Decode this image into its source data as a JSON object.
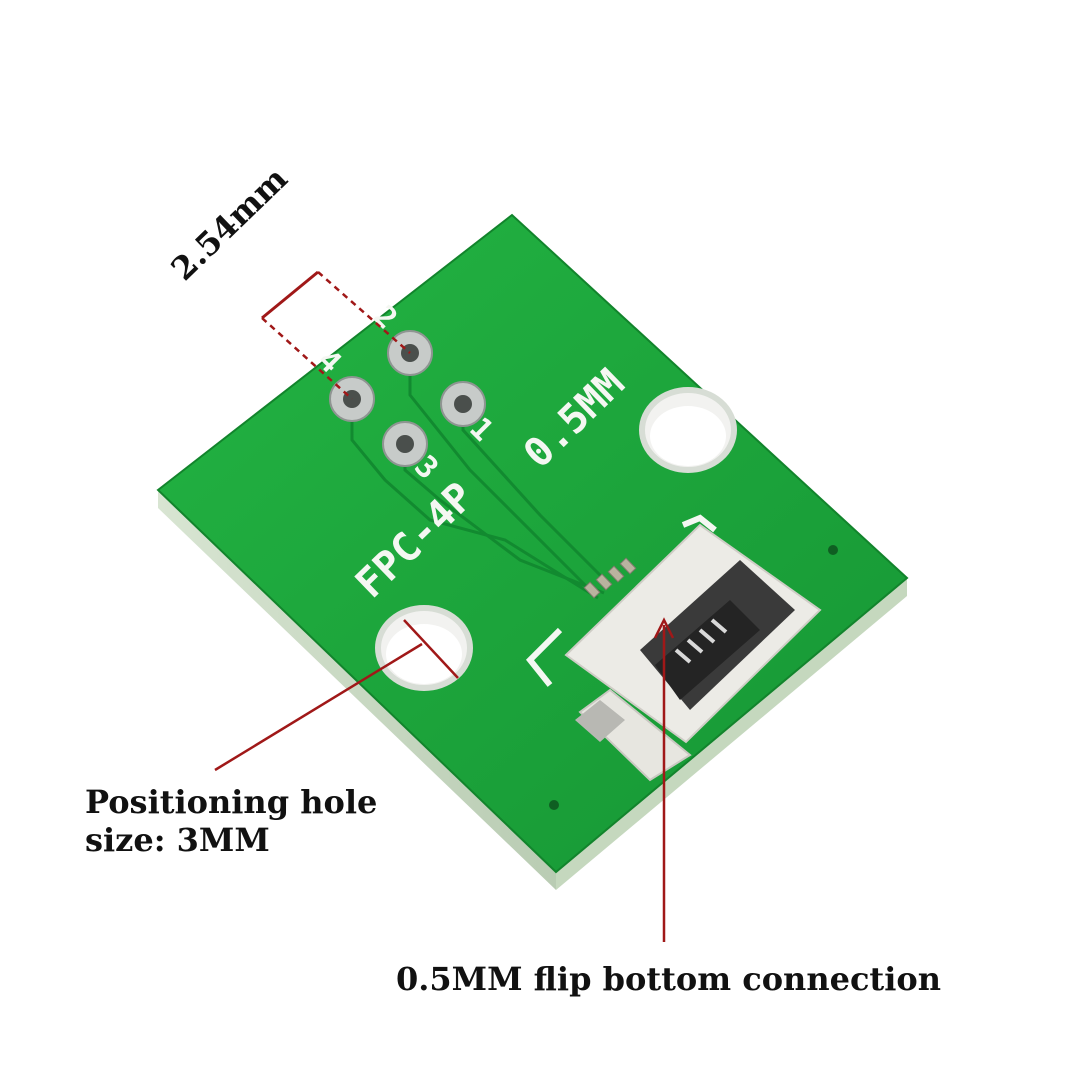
{
  "annotations": {
    "pitch": "2.54mm",
    "hole_line1": "Positioning hole",
    "hole_line2": "size: 3MM",
    "connector": "0.5MM flip bottom connection"
  },
  "board": {
    "silkscreen_model": "FPC-4P",
    "silkscreen_pitch": "0.5MM",
    "pin_labels": [
      "1",
      "2",
      "3",
      "4"
    ]
  },
  "colors": {
    "board_green": "#1faa3c",
    "annotation_red": "#a01818",
    "connector_white": "#ecebe6",
    "connector_dark": "#3a3a3a"
  }
}
